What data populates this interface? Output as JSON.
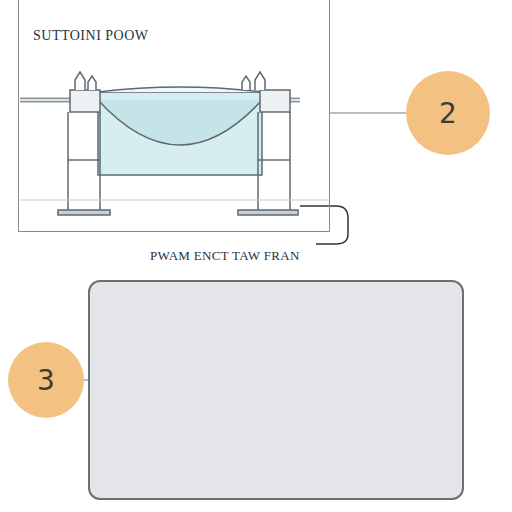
{
  "diagram": {
    "nodes": [
      {
        "text": [
          "SUTTOINI POOW"
        ]
      },
      {
        "text": [
          "2"
        ]
      },
      {
        "text": [
          "PWAM ENCT TAW FRAN"
        ]
      },
      {
        "text": [
          "3"
        ]
      }
    ],
    "edges": [
      {
        "from": 0,
        "to": 1,
        "arrow": "none"
      },
      {
        "from": 3,
        "to": 2,
        "arrow": "none"
      }
    ]
  }
}
